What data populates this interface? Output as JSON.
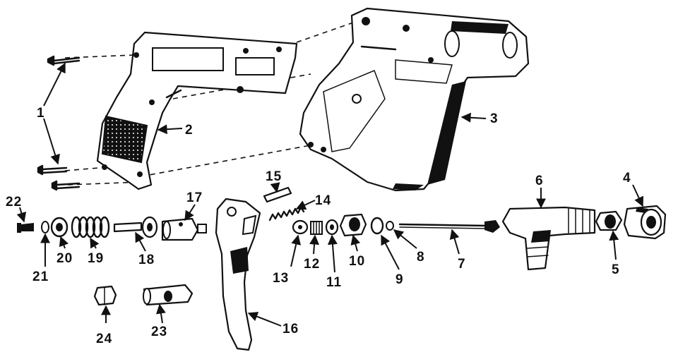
{
  "diagram": {
    "type": "exploded parts diagram",
    "callouts": {
      "p1": "1",
      "p2": "2",
      "p3": "3",
      "p4": "4",
      "p5": "5",
      "p6": "6",
      "p7": "7",
      "p8": "8",
      "p9": "9",
      "p10": "10",
      "p11": "11",
      "p12": "12",
      "p13": "13",
      "p14": "14",
      "p15": "15",
      "p16": "16",
      "p17": "17",
      "p18": "18",
      "p19": "19",
      "p20": "20",
      "p21": "21",
      "p22": "22",
      "p23": "23",
      "p24": "24"
    }
  }
}
